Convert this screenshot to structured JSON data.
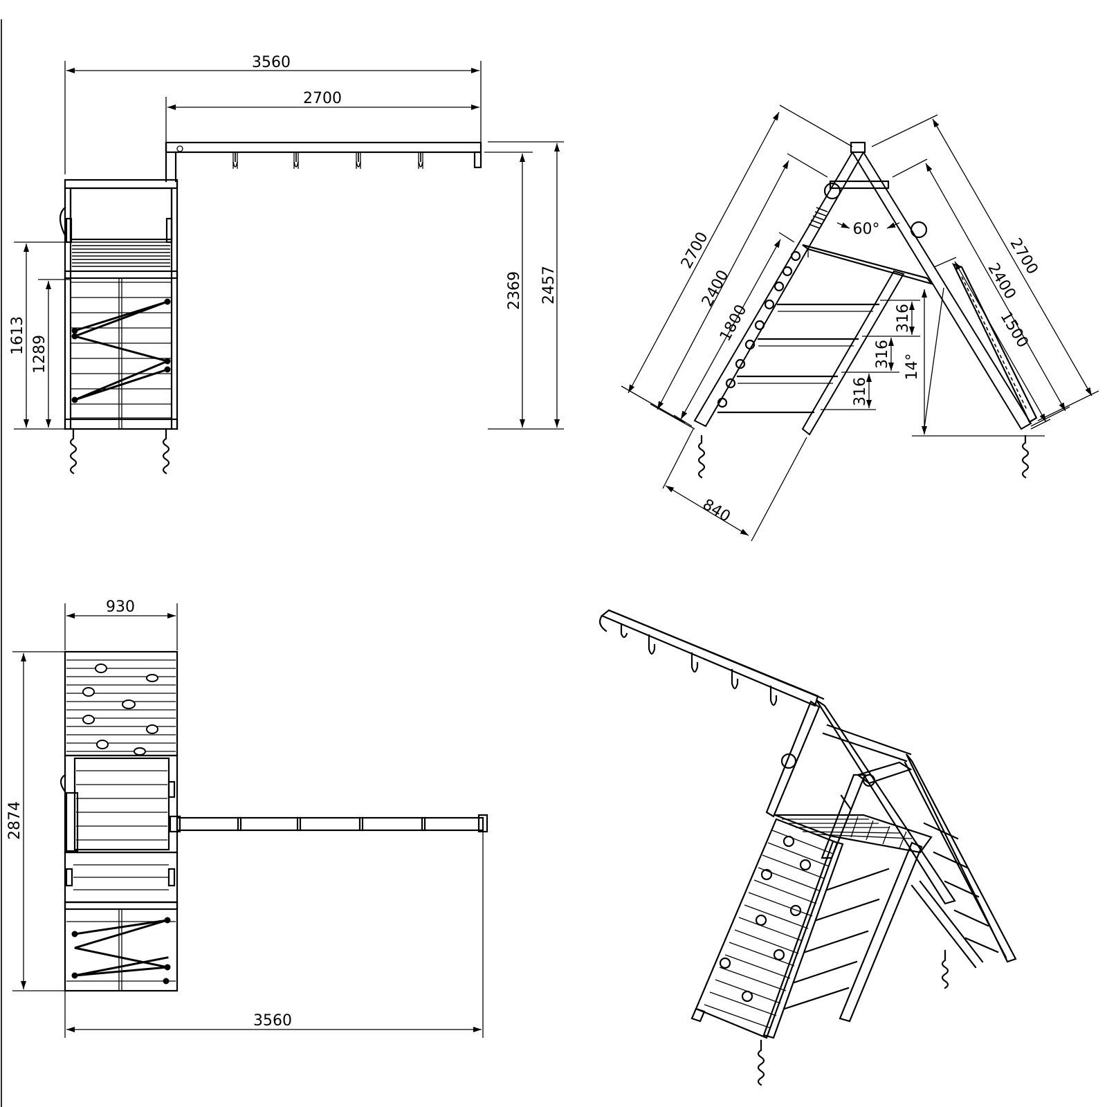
{
  "drawing": {
    "views": [
      "side-view",
      "front-view",
      "top-view",
      "isometric-view"
    ]
  },
  "dimensions": {
    "side": {
      "overall_length": "3560",
      "beam_length": "2700",
      "height_total": "2457",
      "height_beam": "2369",
      "height_platform": "1613",
      "height_slope": "1289"
    },
    "front": {
      "leg_outer": "2700",
      "leg_outer_right": "2700",
      "leg_inner": "2400",
      "leg_inner_right": "2400",
      "wall_length": "1800",
      "ladder_length": "1500",
      "rung_spacing_1": "316",
      "rung_spacing_2": "316",
      "rung_spacing_3": "316",
      "base_depth": "840",
      "apex_angle": "60°",
      "wall_angle": "14°"
    },
    "top": {
      "width": "930",
      "depth": "2874",
      "overall_length": "3560"
    }
  }
}
